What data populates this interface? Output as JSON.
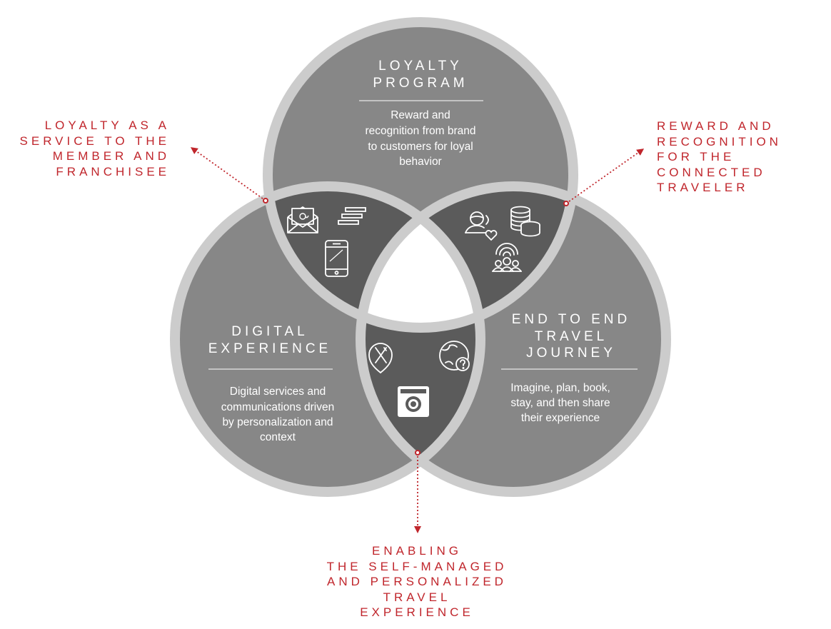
{
  "circles": {
    "loyalty": {
      "title_lines": [
        "LOYALTY",
        "PROGRAM"
      ],
      "desc_lines": [
        "Reward and",
        "recognition from brand",
        "to customers for loyal",
        "behavior"
      ]
    },
    "digital": {
      "title_lines": [
        "DIGITAL",
        "EXPERIENCE"
      ],
      "desc_lines": [
        "Digital services and",
        "communications driven",
        "by personalization and",
        "context"
      ]
    },
    "travel": {
      "title_lines": [
        "END TO END",
        "TRAVEL",
        "JOURNEY"
      ],
      "desc_lines": [
        "Imagine, plan, book,",
        "stay, and then share",
        "their experience"
      ]
    }
  },
  "callouts": {
    "left": [
      "LOYALTY AS A",
      "SERVICE TO THE",
      "MEMBER AND",
      "FRANCHISEE"
    ],
    "right": [
      "REWARD AND",
      "RECOGNITION",
      "FOR THE",
      "CONNECTED",
      "TRAVELER"
    ],
    "bottom": [
      "ENABLING",
      "THE SELF-MANAGED",
      "AND PERSONALIZED",
      "TRAVEL",
      "EXPERIENCE"
    ]
  },
  "icons": {
    "left_overlap": [
      "email-icon",
      "menu-lines-icon",
      "smartphone-icon"
    ],
    "right_overlap": [
      "customer-love-icon",
      "coins-stack-icon",
      "connected-group-icon"
    ],
    "bottom_overlap": [
      "restaurant-pin-icon",
      "globe-help-icon",
      "washing-machine-icon"
    ]
  },
  "colors": {
    "circle_fill": "#878787",
    "overlap_fill": "#5b5b5b",
    "center_fill": "#ffffff",
    "ring": "#cccccc",
    "callout_text": "#c0262c",
    "text": "#ffffff"
  }
}
